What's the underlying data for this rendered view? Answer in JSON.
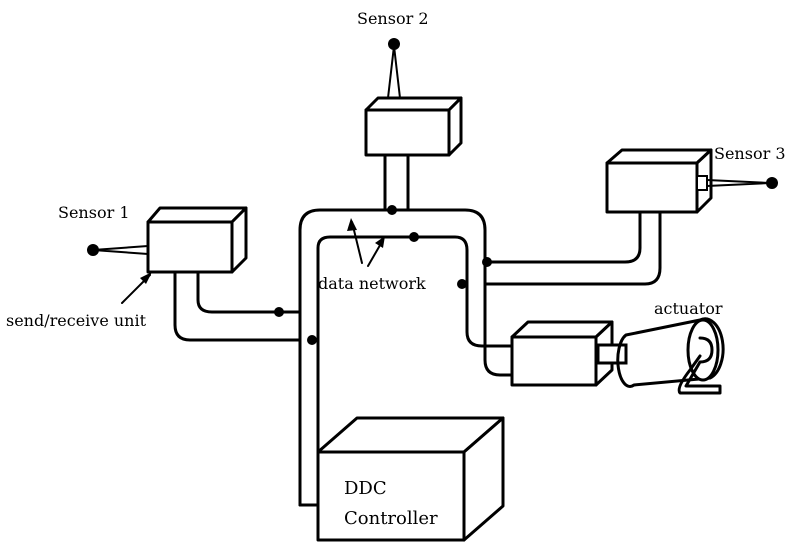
{
  "labels": {
    "sensor1": "Sensor 1",
    "sensor2": "Sensor 2",
    "sensor3": "Sensor 3",
    "send_receive": "send/receive unit",
    "data_network": "data network",
    "actuator": "actuator",
    "ddc_line1": "DDC",
    "ddc_line2": "Controller"
  }
}
